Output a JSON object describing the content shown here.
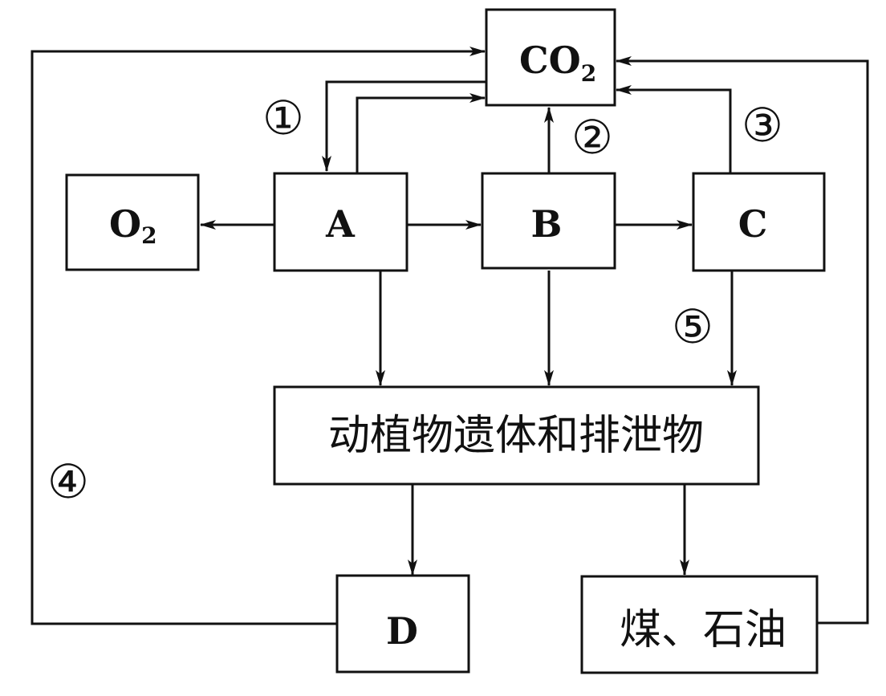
{
  "nodes": {
    "co2": {
      "main": "CO",
      "sub": "2"
    },
    "o2": {
      "main": "O",
      "sub": "2"
    },
    "a": {
      "main": "A"
    },
    "b": {
      "main": "B"
    },
    "c": {
      "main": "C"
    },
    "remains": {
      "main": "动植物遗体和排泄物"
    },
    "d": {
      "main": "D"
    },
    "fossil": {
      "main": "煤、石油"
    }
  },
  "steps": {
    "s1": "①",
    "s2": "②",
    "s3": "③",
    "s4": "④",
    "s5": "⑤"
  }
}
